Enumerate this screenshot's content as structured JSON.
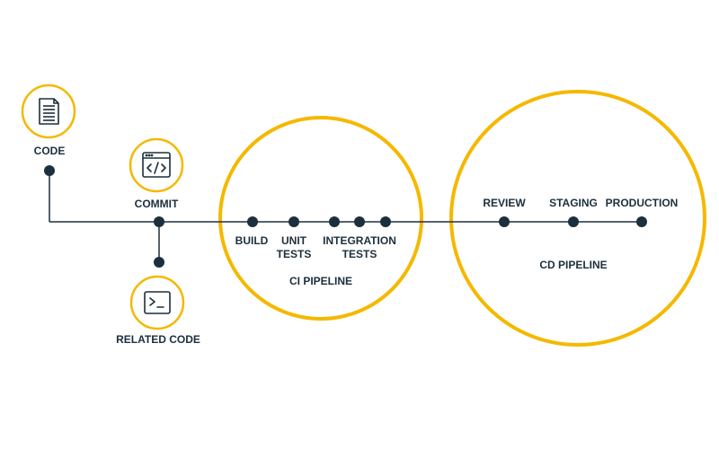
{
  "colors": {
    "accent": "#f5b800",
    "line": "#1c2f3c",
    "background": "#ffffff"
  },
  "icons": {
    "code": "document-icon",
    "commit": "code-window-icon",
    "related_code": "terminal-icon"
  },
  "labels": {
    "code": "CODE",
    "commit": "COMMIT",
    "related_code": "RELATED CODE",
    "build": "BUILD",
    "unit_line1": "UNIT",
    "unit_line2": "TESTS",
    "integration_line1": "INTEGRATION",
    "integration_line2": "TESTS",
    "ci_pipeline": "CI PIPELINE",
    "review": "REVIEW",
    "staging": "STAGING",
    "production": "PRODUCTION",
    "cd_pipeline": "CD PIPELINE"
  }
}
